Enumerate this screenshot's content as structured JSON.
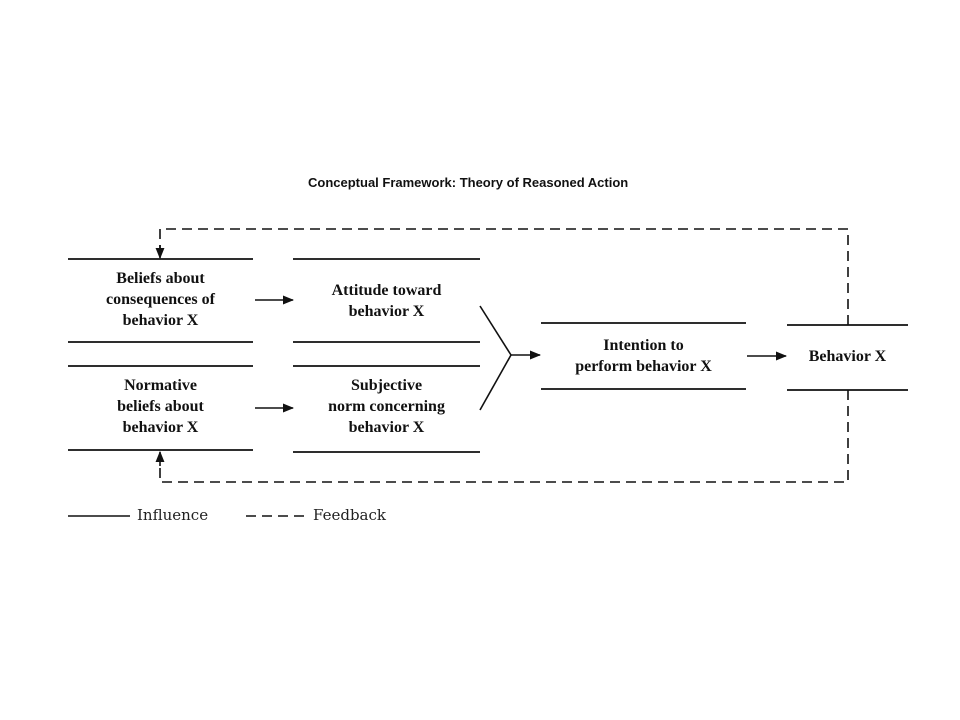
{
  "title": "Conceptual Framework:  Theory of Reasoned Action",
  "nodes": {
    "beliefs": "Beliefs about\nconsequences of\nbehavior X",
    "attitude": "Attitude toward\nbehavior X",
    "normative": "Normative\nbeliefs about\nbehavior X",
    "subjective": "Subjective\nnorm concerning\nbehavior X",
    "intention": "Intention to\nperform behavior X",
    "behavior": "Behavior X"
  },
  "legend": {
    "influence": "Influence",
    "feedback": "Feedback"
  }
}
